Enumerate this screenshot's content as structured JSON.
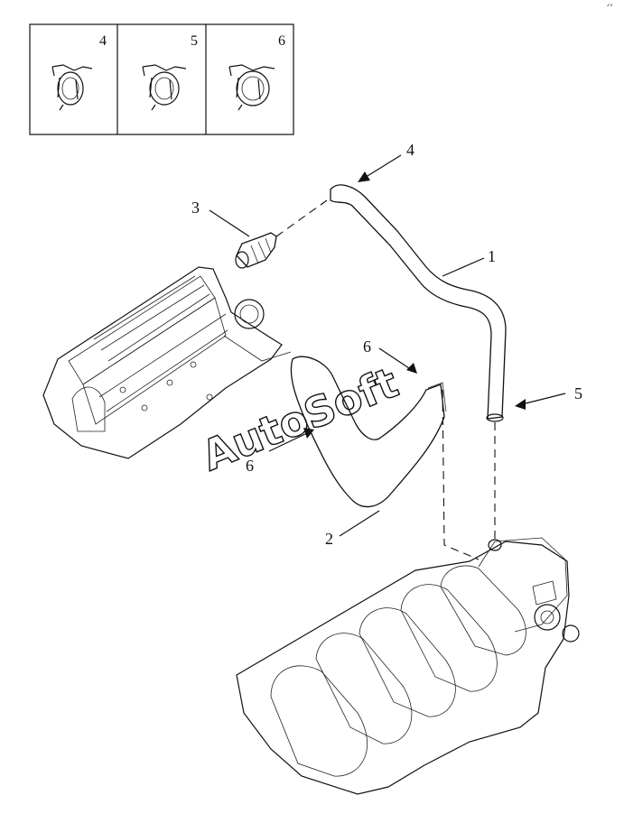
{
  "clip_legend": [
    {
      "number": "4",
      "icon": "hose-clamp-icon"
    },
    {
      "number": "5",
      "icon": "hose-clamp-icon"
    },
    {
      "number": "6",
      "icon": "hose-clamp-icon"
    }
  ],
  "callouts": {
    "c1": "1",
    "c2": "2",
    "c3": "3",
    "c4": "4",
    "c5": "5",
    "c6a": "6",
    "c6b": "6"
  },
  "watermark": "AutoSoft",
  "corner_mark": "ᐟᐟ"
}
